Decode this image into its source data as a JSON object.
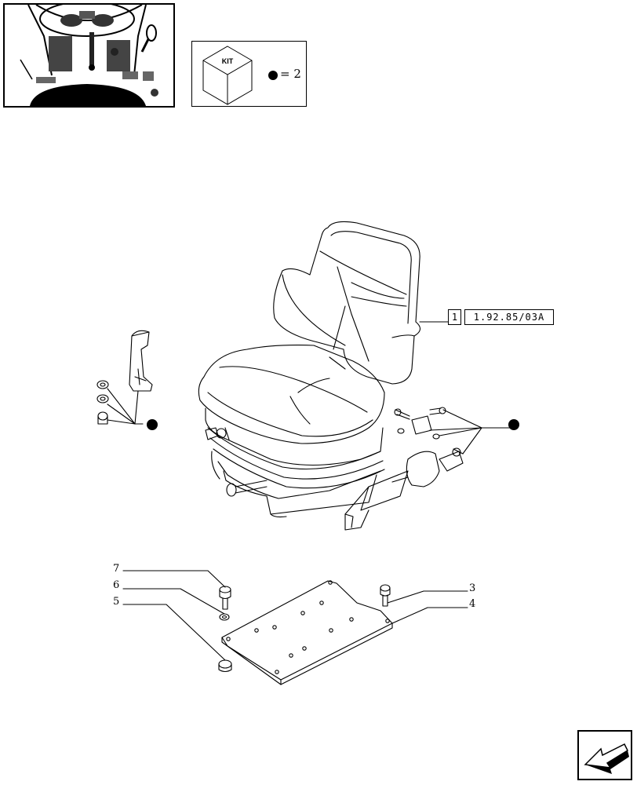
{
  "kit_box": {
    "label": "KIT",
    "quantity_text": "= 2"
  },
  "reference": {
    "index": "1",
    "code": "1.92.85/03A"
  },
  "callouts": [
    {
      "number": "7"
    },
    {
      "number": "6"
    },
    {
      "number": "5"
    },
    {
      "number": "3"
    },
    {
      "number": "4"
    }
  ],
  "icons": [
    "tractor-seat-thumbnail",
    "kit-cube-icon",
    "kit-dot-icon",
    "next-page-arrow-icon"
  ],
  "colors": {
    "line": "#000000",
    "background": "#ffffff"
  }
}
